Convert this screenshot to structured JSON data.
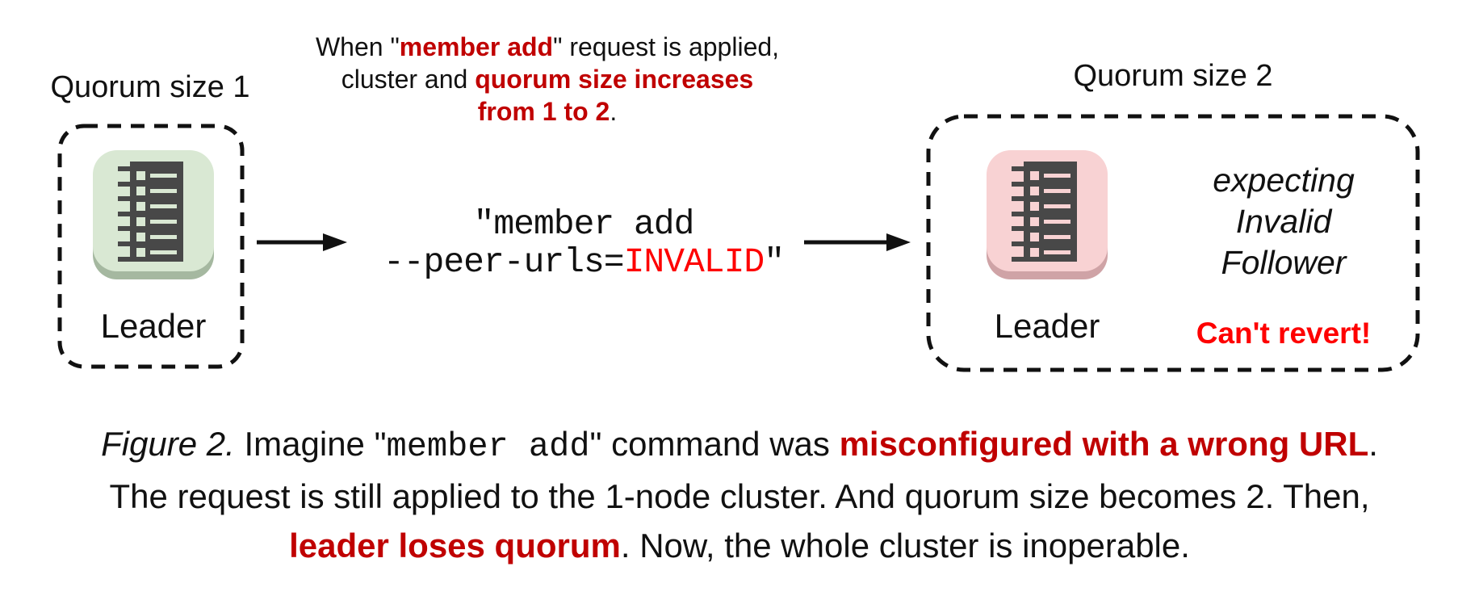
{
  "colors": {
    "red_dark": "#c00000",
    "red_bright": "#fe0000",
    "node_green": "#d9e8d3",
    "node_pink": "#f8d2d3",
    "glyph_dark": "#484848"
  },
  "left_group": {
    "title": "Quorum size 1",
    "node_label": "Leader"
  },
  "right_group": {
    "title": "Quorum size 2",
    "node_label": "Leader",
    "expecting_lines": [
      "expecting",
      "Invalid",
      "Follower"
    ],
    "warning": "Can't revert!"
  },
  "top_annotation": {
    "line1_pre": "When \"",
    "line1_red": "member add",
    "line1_post": "\" request is applied,",
    "line2_pre": "cluster and ",
    "line2_red": "quorum size increases",
    "line3_red": "from 1 to 2",
    "line3_post": "."
  },
  "command": {
    "line1": "\"member add",
    "line2_pre": "--peer-urls=",
    "line2_red": "INVALID",
    "line2_post": "\""
  },
  "caption": {
    "figure_label": "Figure 2.",
    "l1_pre": " Imagine \"",
    "l1_code": "member add",
    "l1_mid": "\" command was ",
    "l1_red": "misconfigured with a wrong URL",
    "l1_end": ".",
    "l2": "The request is still applied to the 1-node cluster. And quorum size becomes 2. Then,",
    "l3_red": "leader loses quorum",
    "l3_post": " Now, the whole cluster is inoperable.",
    "l3_dot": "."
  }
}
